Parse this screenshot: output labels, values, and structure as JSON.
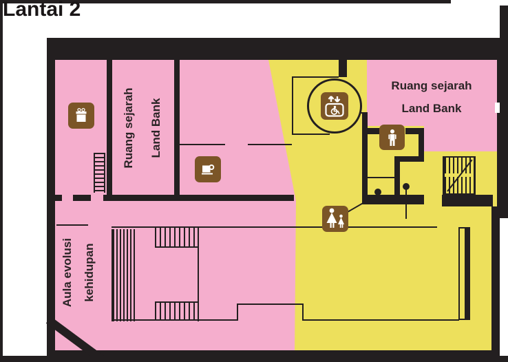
{
  "title": "Lantai 2",
  "rooms": {
    "sejarah_left": {
      "label_line1": "Ruang sejarah",
      "label_line2": "Land Bank"
    },
    "sejarah_right": {
      "label_line1": "Ruang sejarah",
      "label_line2": "Land Bank"
    },
    "aula": {
      "label_line1": "Aula evolusi",
      "label_line2": "kehidupan"
    }
  },
  "icons": {
    "gift_shop": "gift-shop",
    "cafe": "cafe",
    "elevator": "wheelchair-accessible-elevator",
    "mens_toilet": "mens-toilet",
    "family_toilet": "womens-family-toilet"
  },
  "colors": {
    "exhibition_zone_pink": "#F5AECD",
    "public_zone_yellow": "#EDE05C",
    "icon_brown": "#7B5527",
    "wall_black": "#231F20"
  }
}
